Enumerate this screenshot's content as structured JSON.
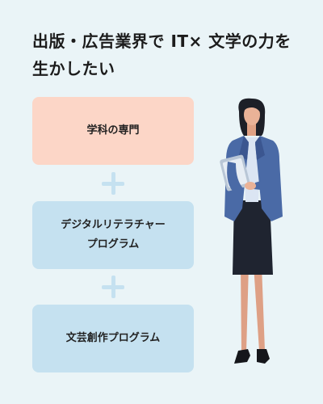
{
  "headline": {
    "line1": "出版・広告業界で IT× 文学の力を",
    "line2": "生かしたい"
  },
  "steps": [
    {
      "lines": [
        "学科の専門"
      ]
    },
    {
      "lines": [
        "デジタルリテラチャー",
        "プログラム"
      ]
    },
    {
      "lines": [
        "文芸創作プログラム"
      ]
    }
  ],
  "colors": {
    "background": "#eaf4f7",
    "box_first": "#fcd6c7",
    "box_other": "#c5e1f0",
    "plus": "#c5e1f0",
    "jacket": "#4a6aa6",
    "skirt": "#1f2430"
  },
  "illustration": "businesswoman-holding-tablet"
}
